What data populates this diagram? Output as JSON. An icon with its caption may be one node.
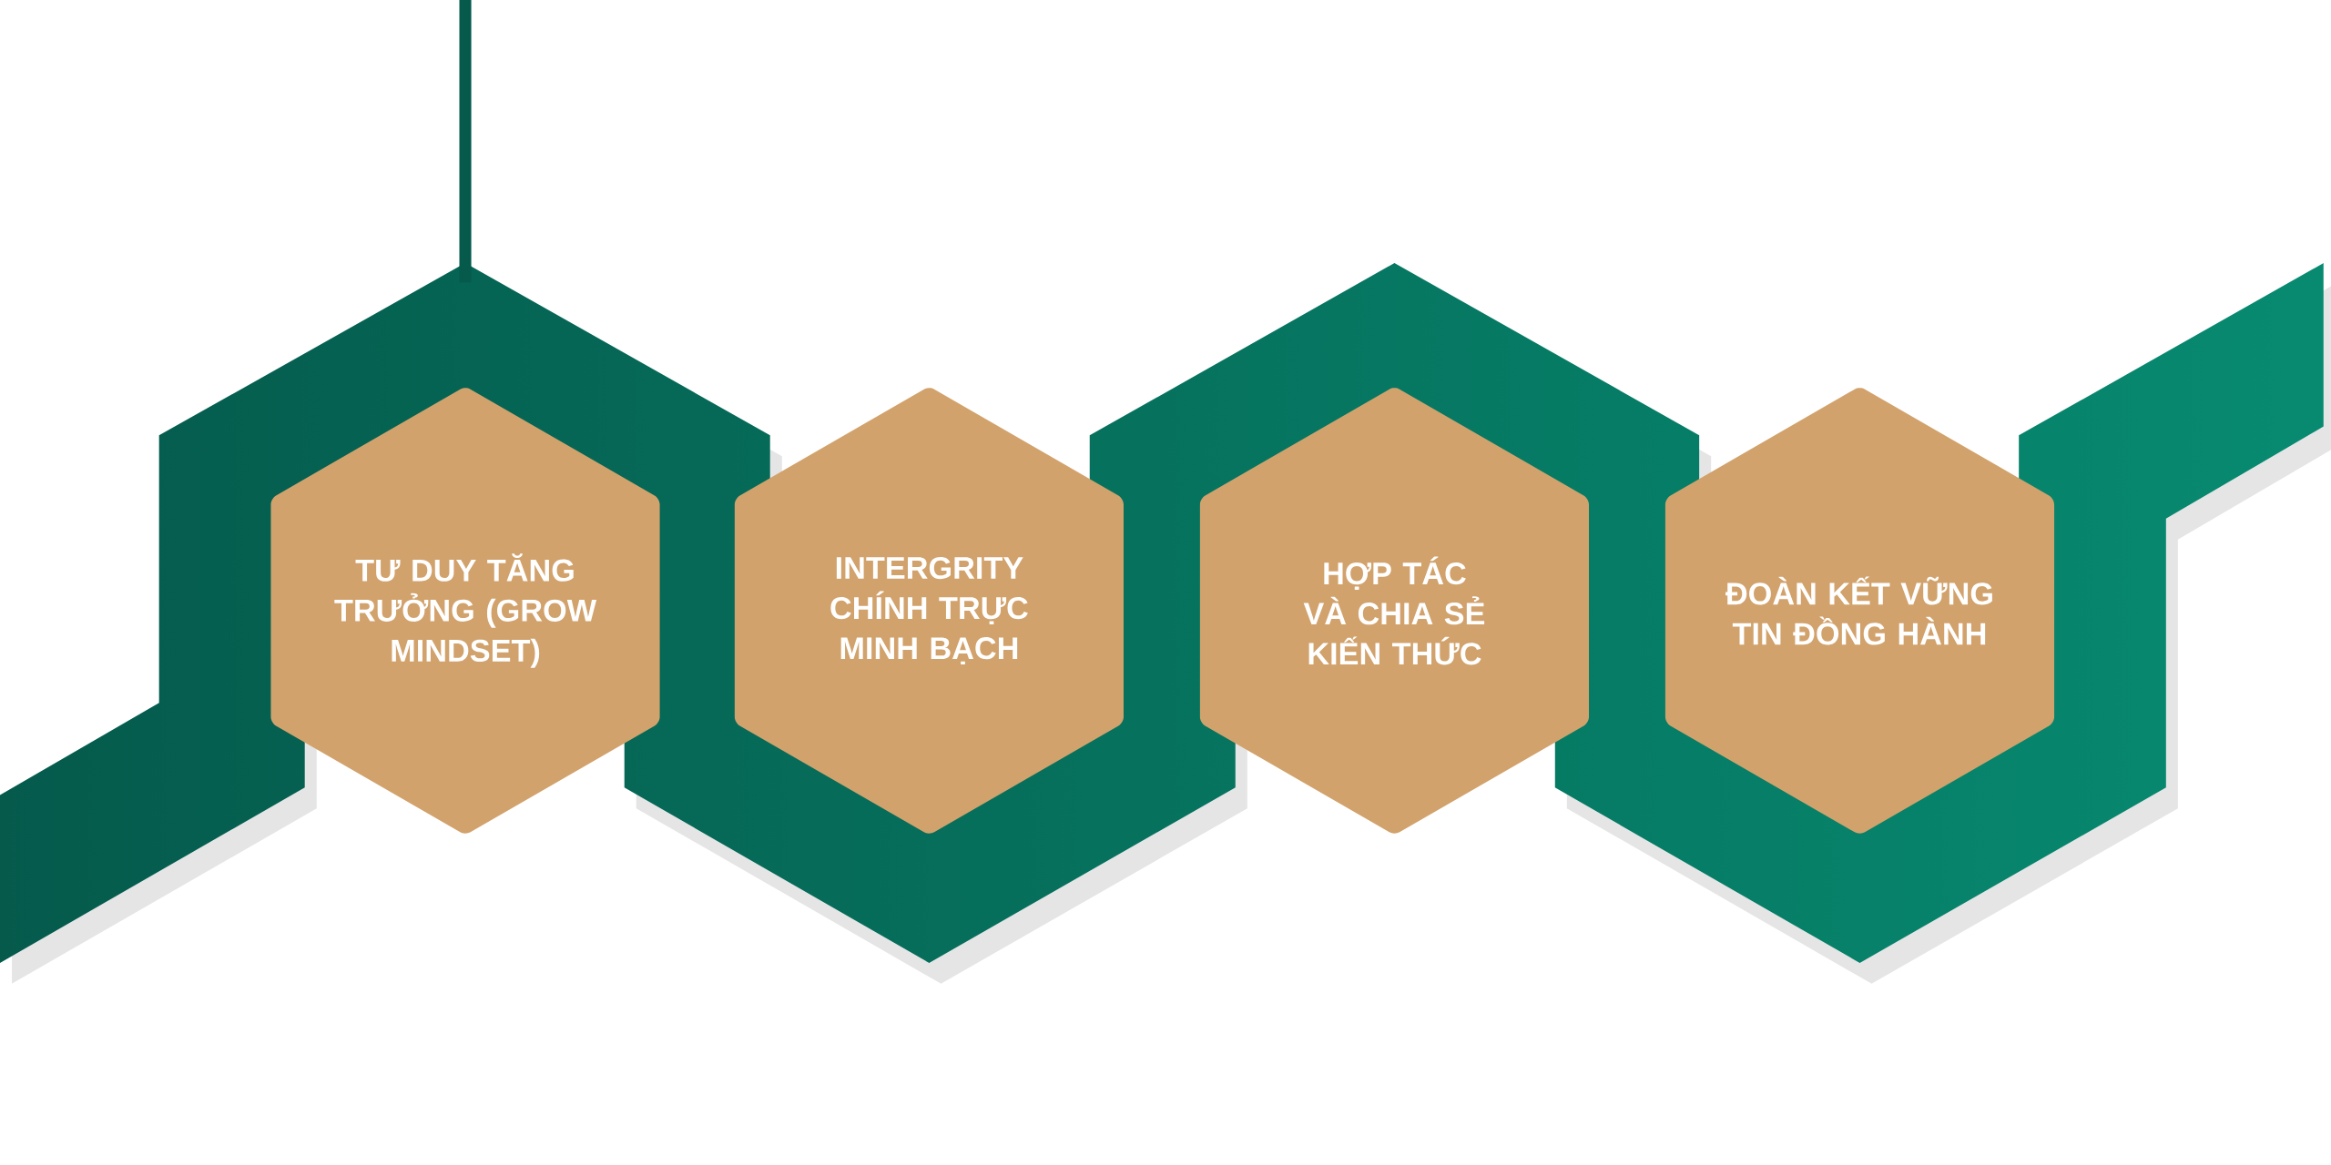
{
  "diagram": {
    "nodes": [
      {
        "text": [
          "TƯ DUY TĂNG TRƯỞNG (GROW MINDSET)"
        ]
      },
      {
        "text": [
          "INTERGRITY CHÍNH TRỰC MINH BẠCH"
        ]
      },
      {
        "text": [
          "HỢP TÁC VÀ CHIA SẺ KIẾN THỨC"
        ]
      },
      {
        "text": [
          "ĐOÀN KẾT VỮNG TIN ĐỒNG HÀNH"
        ]
      }
    ],
    "edges": []
  }
}
